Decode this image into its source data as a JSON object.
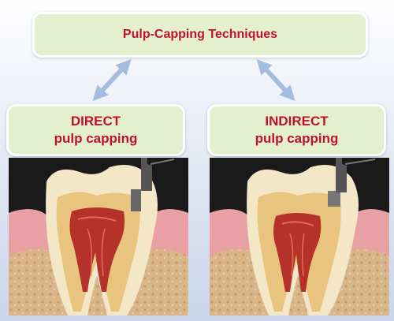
{
  "title": "Pulp-Capping Techniques",
  "branches": [
    {
      "line1": "DIRECT",
      "line2": "pulp capping"
    },
    {
      "line1": "INDIRECT",
      "line2": "pulp capping"
    }
  ],
  "colors": {
    "box_fill": "#e4efcf",
    "text": "#c0132a",
    "arrow": "#a3bce0"
  },
  "icons": [
    "double-arrow",
    "tooth-cross-section"
  ]
}
